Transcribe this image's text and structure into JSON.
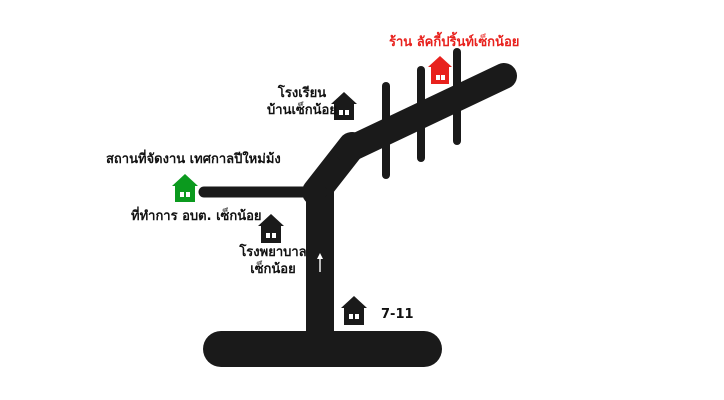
{
  "colors": {
    "road": "#1a1a1a",
    "background": "#ffffff",
    "highlight": "#e8211d",
    "venue": "#0b9a1e",
    "building": "#1a1a1a",
    "text": "#111111"
  },
  "places": {
    "shop": {
      "name": "ร้าน ลัคกี้ปริ้นท์เซ็กน้อย",
      "icon": "house-icon",
      "color": "#e8211d"
    },
    "school": {
      "line1": "โรงเรียน",
      "line2": "บ้านเซ็กน้อย",
      "icon": "house-icon"
    },
    "venue": {
      "name": "สถานที่จัดงาน เทศกาลปีใหม่ม้ง",
      "icon": "house-icon",
      "color": "#0b9a1e"
    },
    "office": {
      "name": "ที่ทำการ อบต. เซ็กน้อย"
    },
    "hospital": {
      "line1": "โรงพยาบาล",
      "line2": "เซ็กน้อย",
      "icon": "house-icon"
    },
    "store": {
      "name": "7-11",
      "icon": "house-icon"
    }
  },
  "direction": {
    "icon": "up-arrow-icon"
  }
}
